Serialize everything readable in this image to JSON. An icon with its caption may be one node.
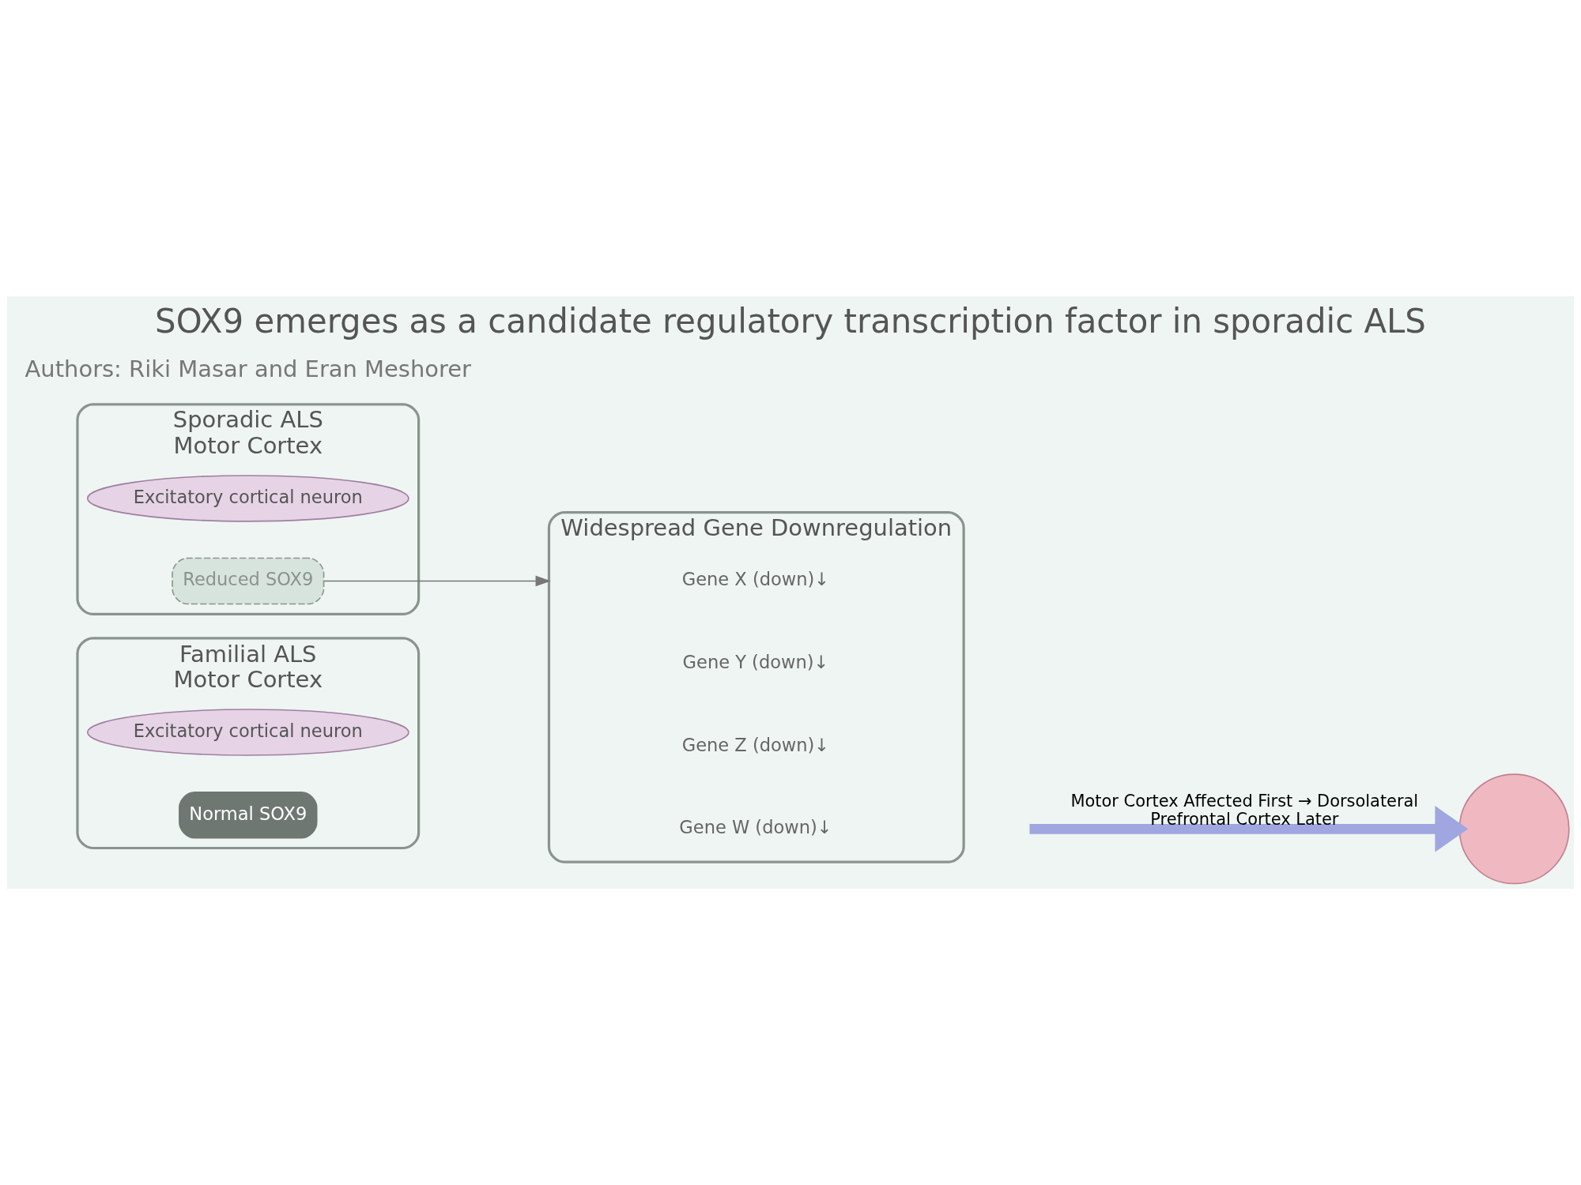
{
  "diagram": {
    "title": "SOX9 emerges as a candidate regulatory transcription factor in sporadic ALS",
    "nodes": [
      {
        "text": [
          "Familial ALS",
          "Motor Cortex"
        ]
      },
      {
        "text": [
          "Excitatory cortical neuron"
        ],
        "in": 0
      },
      {
        "text": [
          "Normal SOX9"
        ],
        "in": 0
      },
      {
        "text": [
          "Sporadic ALS",
          "Motor Cortex"
        ]
      },
      {
        "text": [
          "Excitatory cortical neuron"
        ],
        "in": 3
      },
      {
        "text": [
          "Reduced SOX9"
        ],
        "in": 3
      },
      {
        "text": [
          "Widespread Gene Downregulation"
        ]
      },
      {
        "text": [
          "Gene X (down)↓"
        ],
        "in": 6
      },
      {
        "text": [
          "Gene Y (down)↓"
        ],
        "in": 6
      },
      {
        "text": [
          "Gene Z (down)↓"
        ],
        "in": 6
      },
      {
        "text": [
          "Gene W (down)↓"
        ],
        "in": 6
      },
      {
        "text": [],
        "shape": "circle"
      }
    ],
    "edges": [
      {
        "from": 5,
        "to": 6,
        "arrow": "to"
      },
      {
        "from": null,
        "to": 11,
        "arrow": "to",
        "label": "Motor Cortex Affected First → Dorsolateral Prefrontal Cortex Later",
        "style": "thick",
        "color": "#9fa6e0"
      }
    ],
    "labels": [
      "Authors: Riki Masar and Eran Meshorer"
    ]
  }
}
